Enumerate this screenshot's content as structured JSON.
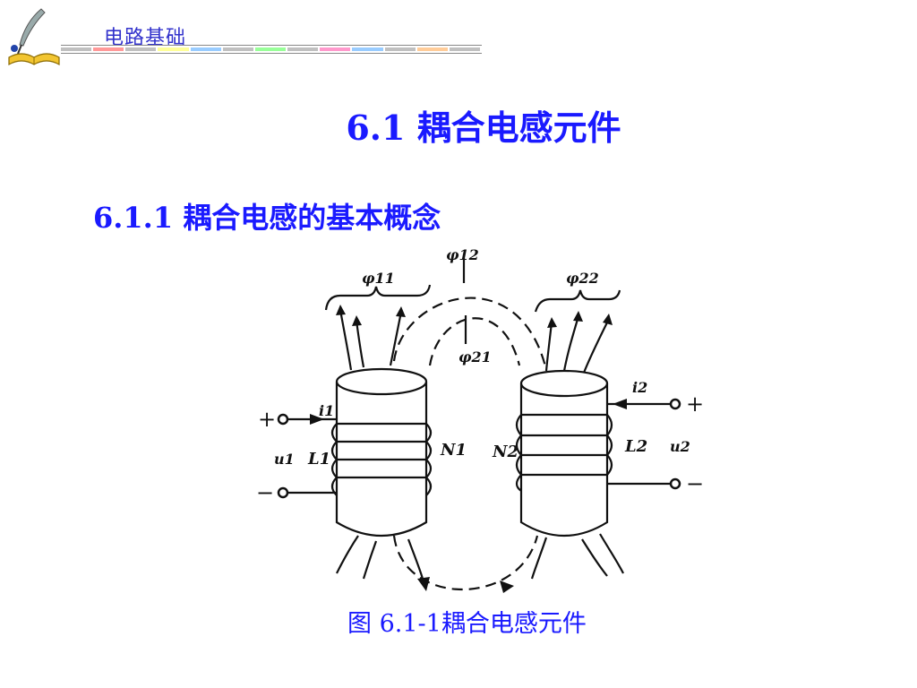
{
  "header": {
    "label": "电路基础"
  },
  "header_bar_colors": [
    "#c0c0c0",
    "#ff9999",
    "#c0c0c0",
    "#ffff99",
    "#99ccff",
    "#c0c0c0",
    "#99ff99",
    "#c0c0c0",
    "#ff99cc",
    "#99ccff",
    "#c0c0c0",
    "#ffcc99",
    "#c0c0c0"
  ],
  "title": "6.1 耦合电感元件",
  "subtitle": "6.1.1 耦合电感的基本概念",
  "figure": {
    "phi11": "φ11",
    "phi12": "φ12",
    "phi21": "φ21",
    "phi22": "φ22",
    "i1": "i1",
    "i2": "i2",
    "u1": "u1",
    "u2": "u2",
    "L1": "L1",
    "L2": "L2",
    "N1": "N1",
    "N2": "N2",
    "plus": "+",
    "minus": "−"
  },
  "caption": "图 6.1-1耦合电感元件"
}
